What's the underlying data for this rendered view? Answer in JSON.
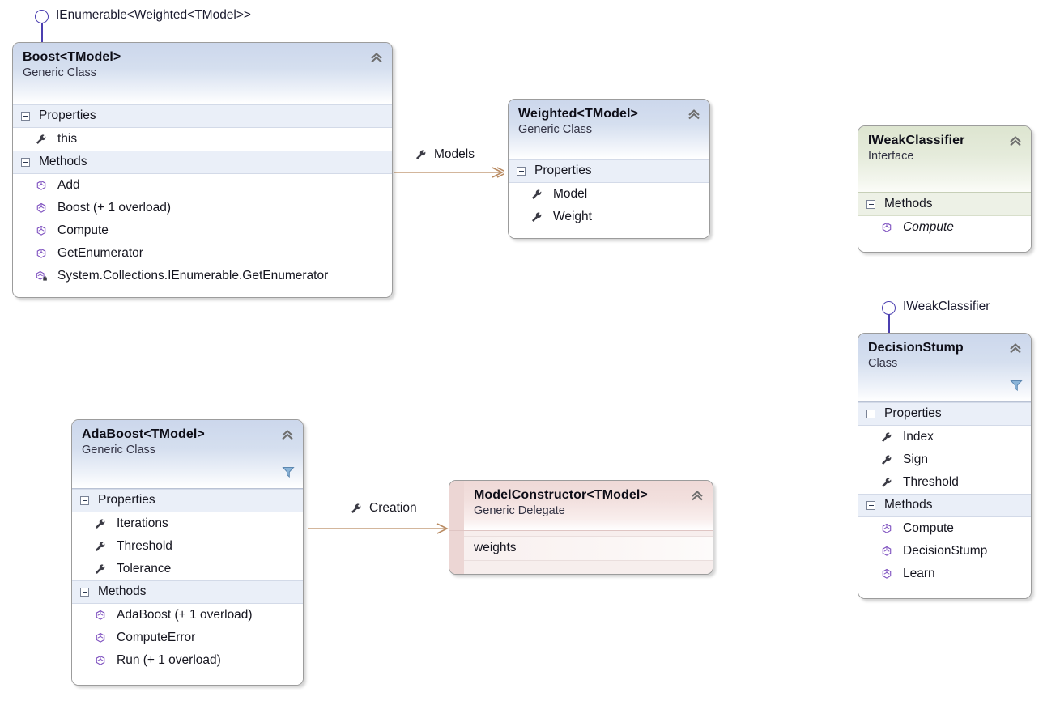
{
  "diagram": {
    "kind": "uml-class-diagram",
    "background": "#ffffff",
    "connector_color": "#b98b62",
    "lollipop_color": "#4b3fb0"
  },
  "lollipops": [
    {
      "name": "boost-interface-lollipop",
      "label": "IEnumerable<Weighted<TModel>>"
    },
    {
      "name": "decisionstump-interface-lollipop",
      "label": "IWeakClassifier"
    }
  ],
  "nodes": {
    "boost": {
      "title": "Boost<TModel>",
      "stereotype": "Generic Class",
      "collapse_icon": "chevron-double-up-icon",
      "sections": [
        {
          "label": "Properties",
          "members": [
            {
              "label": "this",
              "icon": "property-wrench-icon",
              "italic": false
            }
          ]
        },
        {
          "label": "Methods",
          "members": [
            {
              "label": "Add",
              "icon": "method-cube-icon",
              "italic": false
            },
            {
              "label": "Boost (+ 1 overload)",
              "icon": "method-cube-icon",
              "italic": false
            },
            {
              "label": "Compute",
              "icon": "method-cube-icon",
              "italic": false
            },
            {
              "label": "GetEnumerator",
              "icon": "method-cube-icon",
              "italic": false
            },
            {
              "label": "System.Collections.IEnumerable.GetEnumerator",
              "icon": "method-cube-locked-icon",
              "italic": false
            }
          ]
        }
      ]
    },
    "weighted": {
      "title": "Weighted<TModel>",
      "stereotype": "Generic Class",
      "collapse_icon": "chevron-double-up-icon",
      "sections": [
        {
          "label": "Properties",
          "members": [
            {
              "label": "Model",
              "icon": "property-wrench-icon",
              "italic": false
            },
            {
              "label": "Weight",
              "icon": "property-wrench-icon",
              "italic": false
            }
          ]
        }
      ]
    },
    "iweakclassifier": {
      "title": "IWeakClassifier",
      "stereotype": "Interface",
      "collapse_icon": "chevron-double-up-icon",
      "sections": [
        {
          "label": "Methods",
          "members": [
            {
              "label": "Compute",
              "icon": "method-cube-icon",
              "italic": true
            }
          ]
        }
      ]
    },
    "decisionstump": {
      "title": "DecisionStump",
      "stereotype": "Class",
      "collapse_icon": "chevron-double-up-icon",
      "filter_icon": "funnel-filter-icon",
      "sections": [
        {
          "label": "Properties",
          "members": [
            {
              "label": "Index",
              "icon": "property-wrench-icon",
              "italic": false
            },
            {
              "label": "Sign",
              "icon": "property-wrench-icon",
              "italic": false
            },
            {
              "label": "Threshold",
              "icon": "property-wrench-icon",
              "italic": false
            }
          ]
        },
        {
          "label": "Methods",
          "members": [
            {
              "label": "Compute",
              "icon": "method-cube-icon",
              "italic": false
            },
            {
              "label": "DecisionStump",
              "icon": "method-cube-icon",
              "italic": false
            },
            {
              "label": "Learn",
              "icon": "method-cube-icon",
              "italic": false
            }
          ]
        }
      ]
    },
    "adaboost": {
      "title": "AdaBoost<TModel>",
      "stereotype": "Generic Class",
      "collapse_icon": "chevron-double-up-icon",
      "filter_icon": "funnel-filter-icon",
      "sections": [
        {
          "label": "Properties",
          "members": [
            {
              "label": "Iterations",
              "icon": "property-wrench-icon",
              "italic": false
            },
            {
              "label": "Threshold",
              "icon": "property-wrench-icon",
              "italic": false
            },
            {
              "label": "Tolerance",
              "icon": "property-wrench-icon",
              "italic": false
            }
          ]
        },
        {
          "label": "Methods",
          "members": [
            {
              "label": "AdaBoost (+ 1 overload)",
              "icon": "method-cube-icon",
              "italic": false
            },
            {
              "label": "ComputeError",
              "icon": "method-cube-icon",
              "italic": false
            },
            {
              "label": "Run (+ 1 overload)",
              "icon": "method-cube-icon",
              "italic": false
            }
          ]
        }
      ]
    },
    "modelconstructor": {
      "title": "ModelConstructor<TModel>",
      "stereotype": "Generic Delegate",
      "collapse_icon": "chevron-double-up-icon",
      "parameters": [
        {
          "label": "weights"
        }
      ]
    }
  },
  "links": [
    {
      "name": "boost-to-weighted",
      "label": "Models",
      "icon": "property-wrench-icon",
      "from": "boost",
      "to": "weighted"
    },
    {
      "name": "adaboost-to-modelconstructor",
      "label": "Creation",
      "icon": "property-wrench-icon",
      "from": "adaboost",
      "to": "modelconstructor"
    }
  ]
}
